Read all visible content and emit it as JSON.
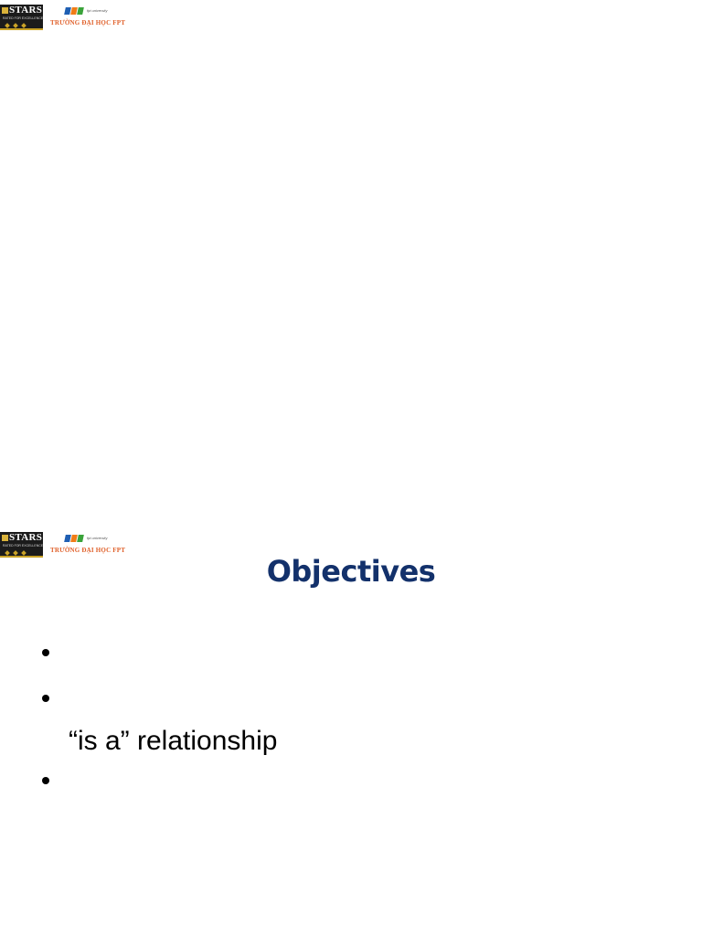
{
  "slides": [
    {
      "logos": {
        "stars_word": "STARS",
        "stars_sub": "RATED FOR EXCELLENCE",
        "fpt_tagline": "fpt university",
        "fpt_name": "TRƯỜNG ĐẠI HỌC FPT"
      }
    },
    {
      "logos": {
        "stars_word": "STARS",
        "stars_sub": "RATED FOR EXCELLENCE",
        "fpt_tagline": "fpt university",
        "fpt_name": "TRƯỜNG ĐẠI HỌC FPT"
      },
      "title": "Objectives",
      "bullets": [
        {
          "text": ""
        },
        {
          "text": "",
          "continuation": "“is a” relationship"
        },
        {
          "text": ""
        }
      ]
    }
  ],
  "colors": {
    "title": "#13316b",
    "fpt_orange": "#e0602a",
    "stars_gold": "#c9a227"
  },
  "icons": [
    "stars-logo-icon",
    "fpt-logo-icon",
    "bullet-dot-icon"
  ]
}
